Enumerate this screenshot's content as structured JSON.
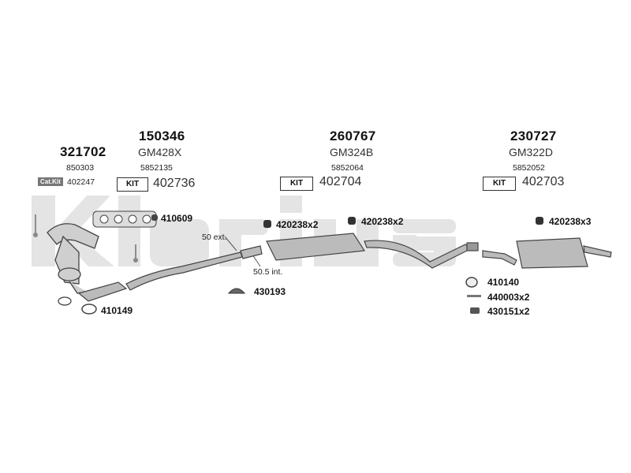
{
  "groups": [
    {
      "number": "321702",
      "sub": "850303",
      "kit_label": "Cat.Kit",
      "kit_number": "402247"
    },
    {
      "number": "150346",
      "model": "GM428X",
      "sub": "5852135",
      "kit_label": "KIT",
      "kit_number": "402736"
    },
    {
      "number": "260767",
      "model": "GM324B",
      "sub": "5852064",
      "kit_label": "KIT",
      "kit_number": "402704"
    },
    {
      "number": "230727",
      "model": "GM322D",
      "sub": "5852052",
      "kit_label": "KIT",
      "kit_number": "402703"
    }
  ],
  "parts": {
    "gasket": "410609",
    "ring": "410149",
    "mount1": "420238x2",
    "mount2": "420238x2",
    "mount3": "420238x3",
    "hanger": "430193",
    "clamp": "410140",
    "bolt": "440003x2",
    "rubber": "430151x2"
  },
  "notes": {
    "ext": "50 ext.",
    "int": "50.5 int."
  },
  "watermark": "klarius",
  "colors": {
    "watermark": "#e4e4e4",
    "pipe": "#555555",
    "part_fill": "#cfcfcf"
  }
}
